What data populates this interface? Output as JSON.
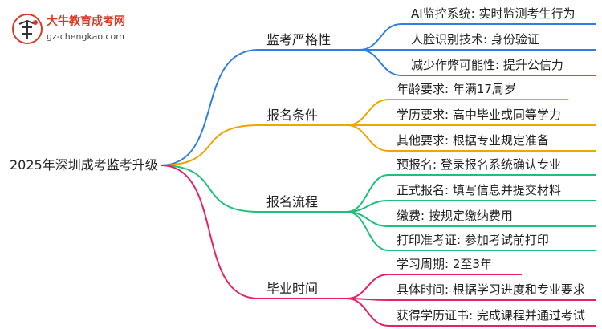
{
  "logo": {
    "title": "大牛教育成考网",
    "url": "gz-chengkao.com"
  },
  "root": "2025年深圳成考监考升级",
  "branches": [
    {
      "label": "监考严格性",
      "color": "#2f7fe0",
      "leaves": [
        "AI监控系统: 实时监测考生行为",
        "人脸识别技术: 身份验证",
        "减少作弊可能性: 提升公信力"
      ]
    },
    {
      "label": "报名条件",
      "color": "#f0a500",
      "leaves": [
        "年龄要求: 年满17周岁",
        "学历要求: 高中毕业或同等学力",
        "其他要求: 根据专业规定准备"
      ]
    },
    {
      "label": "报名流程",
      "color": "#1ec07a",
      "leaves": [
        "预报名: 登录报名系统确认专业",
        "正式报名: 填写信息并提交材料",
        "缴费: 按规定缴纳费用",
        "打印准考证: 参加考试前打印"
      ]
    },
    {
      "label": "毕业时间",
      "color": "#e8206a",
      "leaves": [
        "学习周期: 2至3年",
        "具体时间: 根据学习进度和专业要求",
        "获得学历证书: 完成课程并通过考试"
      ]
    }
  ]
}
